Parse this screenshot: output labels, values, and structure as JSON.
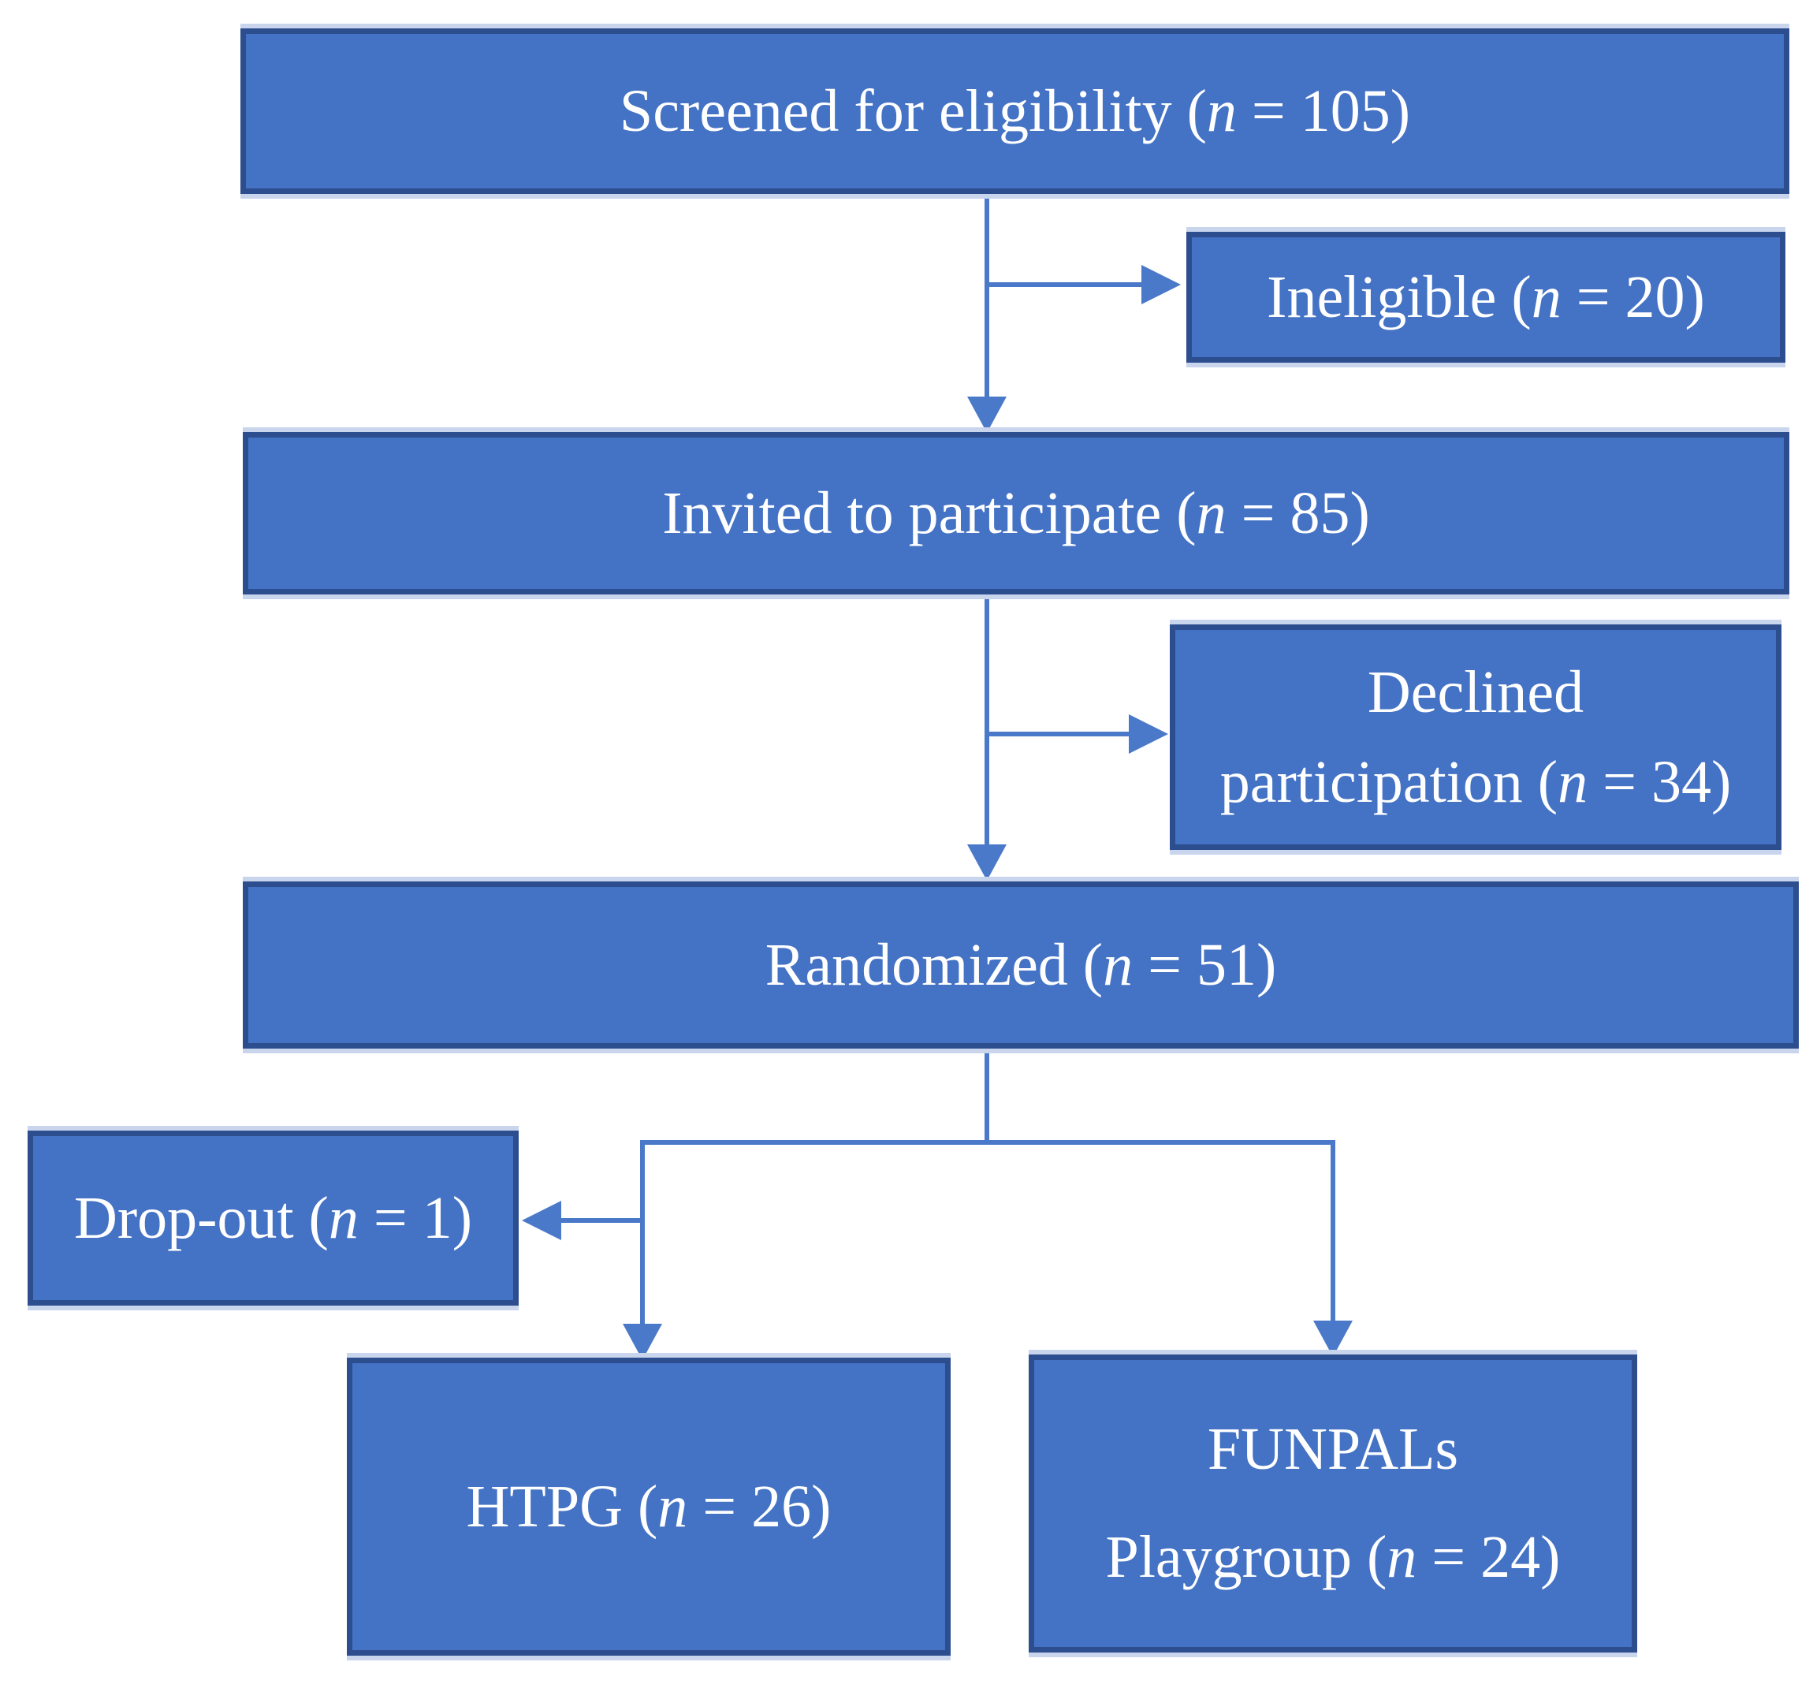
{
  "colors": {
    "background": "#ffffff",
    "box_fill": "#4472c4",
    "box_border": "#2c4d8e",
    "box_halo": "#c9d5ec",
    "connector": "#4a79c9",
    "text": "#ffffff"
  },
  "nodes": {
    "screened": {
      "prefix": "Screened for eligibility (",
      "nvar": "n",
      "suffix": " = 105)",
      "count": 105
    },
    "ineligible": {
      "prefix": "Ineligible (",
      "nvar": "n",
      "suffix": " = 20)",
      "count": 20
    },
    "invited": {
      "prefix": "Invited to participate (",
      "nvar": "n",
      "suffix": " = 85)",
      "count": 85
    },
    "declined": {
      "line1": "Declined",
      "prefix": "participation (",
      "nvar": "n",
      "suffix": " = 34)",
      "count": 34
    },
    "randomized": {
      "prefix": "Randomized (",
      "nvar": "n",
      "suffix": " = 51)",
      "count": 51
    },
    "dropout": {
      "prefix": "Drop-out (",
      "nvar": "n",
      "suffix": " = 1)",
      "count": 1
    },
    "htpg": {
      "prefix": "HTPG (",
      "nvar": "n",
      "suffix": " = 26)",
      "count": 26
    },
    "funpals": {
      "line1": "FUNPALs",
      "prefix": "Playgroup (",
      "nvar": "n",
      "suffix": " = 24)",
      "count": 24
    }
  },
  "edges": [
    {
      "from": "screened",
      "to": "ineligible"
    },
    {
      "from": "screened",
      "to": "invited"
    },
    {
      "from": "invited",
      "to": "declined"
    },
    {
      "from": "invited",
      "to": "randomized"
    },
    {
      "from": "randomized",
      "to": "htpg"
    },
    {
      "from": "randomized",
      "to": "funpals"
    },
    {
      "from": "htpg-arm",
      "to": "dropout"
    }
  ]
}
